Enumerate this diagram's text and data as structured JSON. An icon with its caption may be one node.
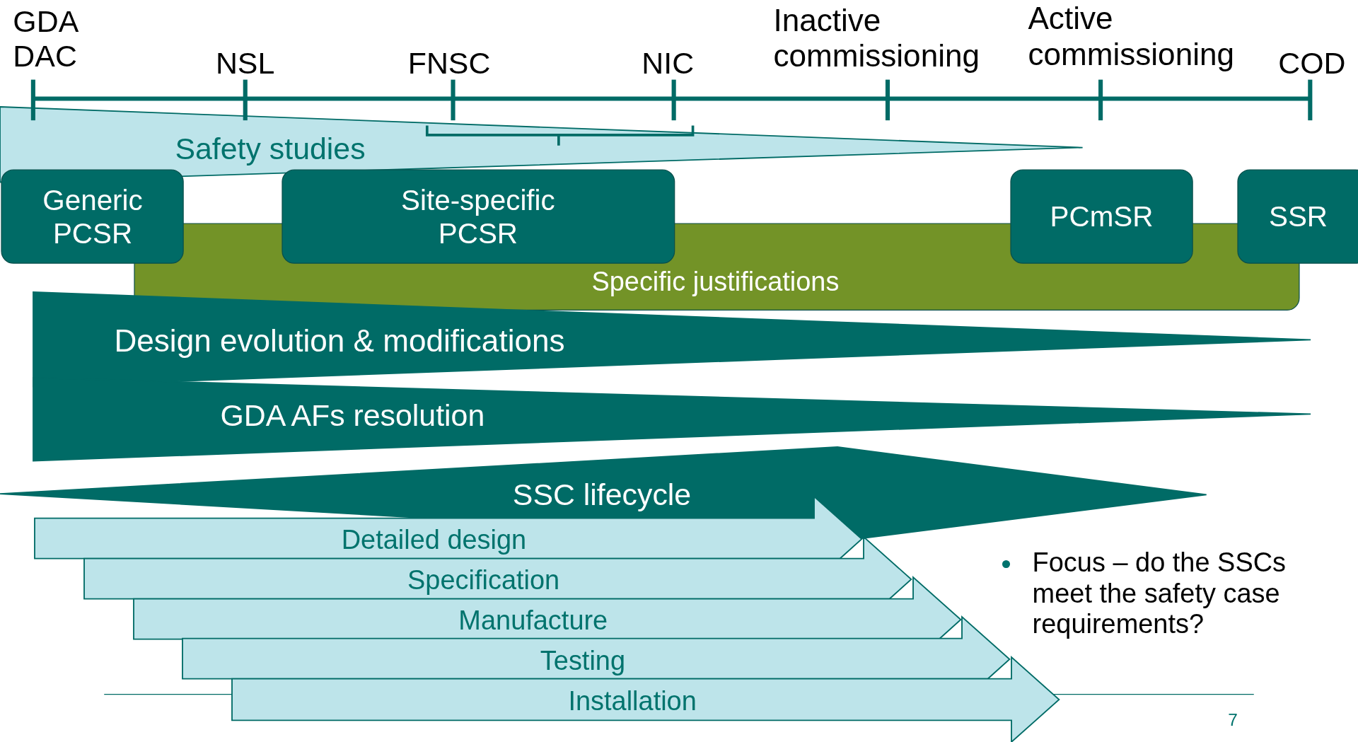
{
  "diagram": {
    "nodes": [
      {
        "text": [
          "Safety studies"
        ]
      },
      {
        "text": [
          "Generic PCSR"
        ]
      },
      {
        "text": [
          "Site-specific PCSR"
        ]
      },
      {
        "text": [
          "PCmSR"
        ]
      },
      {
        "text": [
          "SSR"
        ]
      },
      {
        "text": [
          "Specific justifications"
        ]
      },
      {
        "text": [
          "Design evolution & modifications"
        ]
      },
      {
        "text": [
          "GDA AFs resolution"
        ]
      },
      {
        "text": [
          "SSC lifecycle"
        ]
      },
      {
        "text": [
          "Detailed design"
        ]
      },
      {
        "text": [
          "Specification"
        ]
      },
      {
        "text": [
          "Manufacture"
        ]
      },
      {
        "text": [
          "Testing"
        ]
      },
      {
        "text": [
          "Installation"
        ]
      }
    ],
    "labels": [
      "GDA DAC",
      "NSL",
      "FNSC",
      "NIC",
      "Inactive commissioning",
      "Active commissioning",
      "COD",
      "Focus – do the SSCs meet the safety case requirements?",
      "7"
    ]
  }
}
